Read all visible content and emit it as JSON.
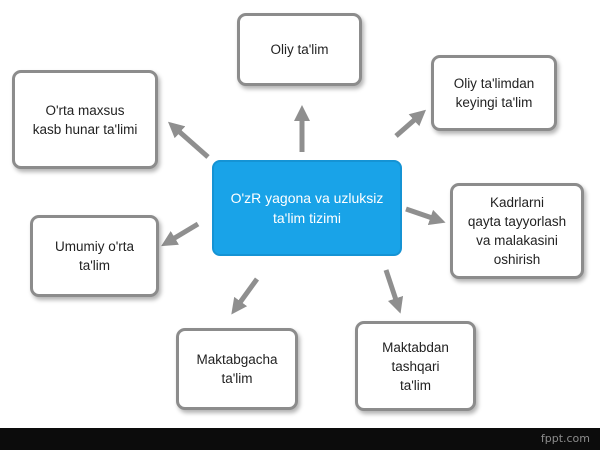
{
  "center": {
    "label": "O'zR yagona va uzluksiz\nta'lim tizimi"
  },
  "nodes": [
    {
      "label": "Oliy ta'lim"
    },
    {
      "label": "Oliy ta'limdan\nkeyingi ta'lim"
    },
    {
      "label": "Kadrlarni\nqayta tayyorlash\nva malakasini\noshirish"
    },
    {
      "label": "Maktabdan\ntashqari\nta'lim"
    },
    {
      "label": "Maktabgacha\nta'lim"
    },
    {
      "label": "Umumiy o'rta\nta'lim"
    },
    {
      "label": "O'rta maxsus\nkasb hunar ta'limi"
    }
  ],
  "footer": {
    "text": "fppt.com"
  },
  "colors": {
    "center_fill": "#19a3e8",
    "node_border": "#8c8c8c",
    "arrow": "#8f8f8f",
    "footer_bg": "#0c0c0c"
  }
}
